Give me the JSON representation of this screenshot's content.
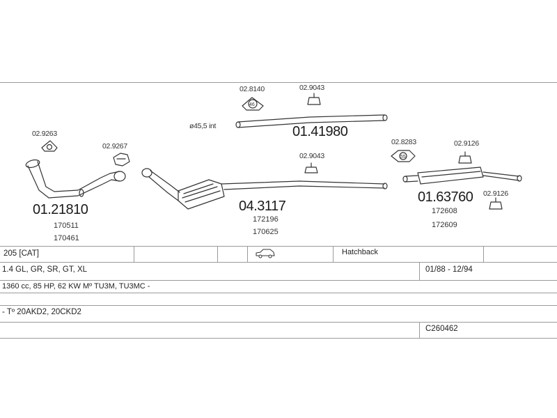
{
  "diagram": {
    "front_pipe": {
      "part_no": "01.21810",
      "refs": [
        "170511",
        "170461"
      ]
    },
    "front_gasket": {
      "part_no": "02.9263"
    },
    "front_clamp": {
      "part_no": "02.9267"
    },
    "cat_converter": {
      "part_no": "04.3117",
      "refs": [
        "172196",
        "170625"
      ]
    },
    "cat_mount": {
      "part_no": "02.9043"
    },
    "mid_pipe": {
      "part_no": "01.41980",
      "diameter_note": "ø45,5 int"
    },
    "mid_mount_rubber": {
      "part_no": "02.8140",
      "badge": "46"
    },
    "mid_hanger": {
      "part_no": "02.9043"
    },
    "rear_muffler": {
      "part_no": "01.63760",
      "refs": [
        "172608",
        "172609"
      ]
    },
    "rear_mount_rubber": {
      "part_no": "02.8283",
      "badge": "55"
    },
    "rear_hanger_top": {
      "part_no": "02.9126"
    },
    "rear_hanger_bottom": {
      "part_no": "02.9126"
    }
  },
  "spec_table": {
    "model": "205  [CAT]",
    "body_type": "Hatchback",
    "trim": "1.4 GL, GR, SR, GT, XL",
    "production_years": "01/88 - 12/94",
    "engine": "1360 cc, 85 HP, 62 KW Mº TU3M, TU3MC -",
    "gearbox": "- Tº 20AKD2, 20CKD2",
    "catalog_code": "C260462"
  },
  "colors": {
    "line": "#333333",
    "rule": "#9a9a9a",
    "background": "#ffffff"
  }
}
